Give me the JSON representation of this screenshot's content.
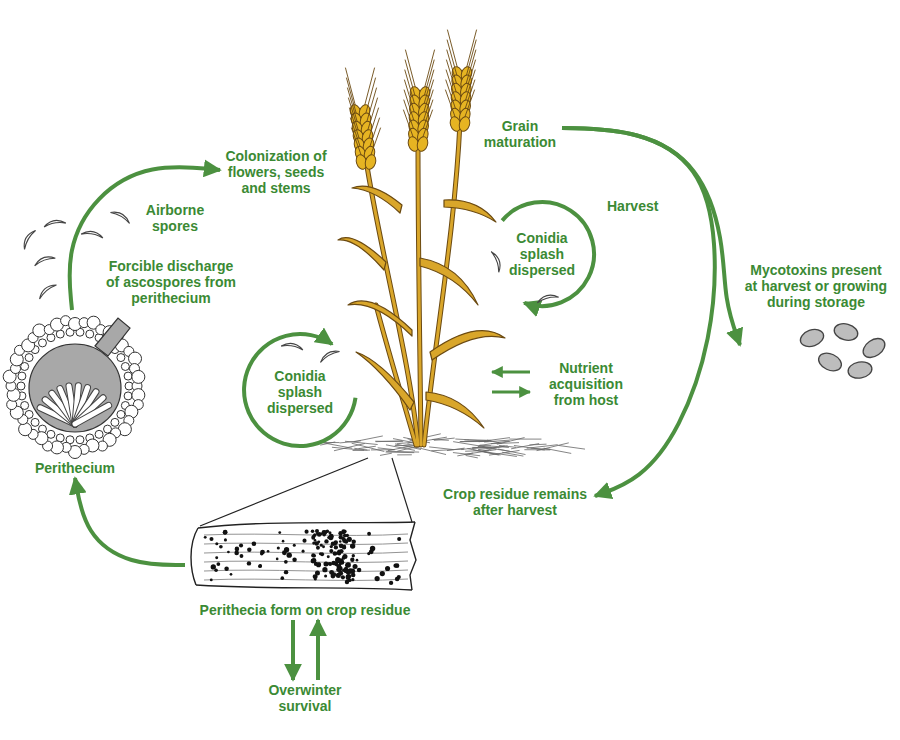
{
  "diagram": {
    "nodes": [
      {
        "text": [
          "Grain maturation"
        ]
      },
      {
        "text": [
          "Colonization of flowers, seeds and stems"
        ]
      },
      {
        "text": [
          "Mycotoxins present at harvest or growing during storage"
        ]
      },
      {
        "text": [
          "Perithecium"
        ]
      },
      {
        "text": [
          "Crop residue remains after harvest"
        ]
      },
      {
        "text": [
          "Perithecia form on crop residue"
        ]
      },
      {
        "text": [
          "Overwinter survival"
        ]
      }
    ],
    "edges": [
      {
        "from": 0,
        "to": 2,
        "label": "Harvest",
        "arrow": "to"
      },
      {
        "from": 0,
        "to": 4,
        "arrow": "to"
      },
      {
        "from": 3,
        "to": 1,
        "arrow": "to"
      },
      {
        "from": 5,
        "to": 3,
        "arrow": "to"
      },
      {
        "from": 5,
        "to": 6,
        "arrow": "to"
      },
      {
        "from": 6,
        "to": 5,
        "arrow": "to"
      }
    ],
    "labels": [
      "Airborne spores",
      "Conidia splash dispersed",
      "Forcible discharge of ascospores from perithecium",
      "Nutrient acquisition from host",
      "Conidia splash dispersed"
    ]
  }
}
